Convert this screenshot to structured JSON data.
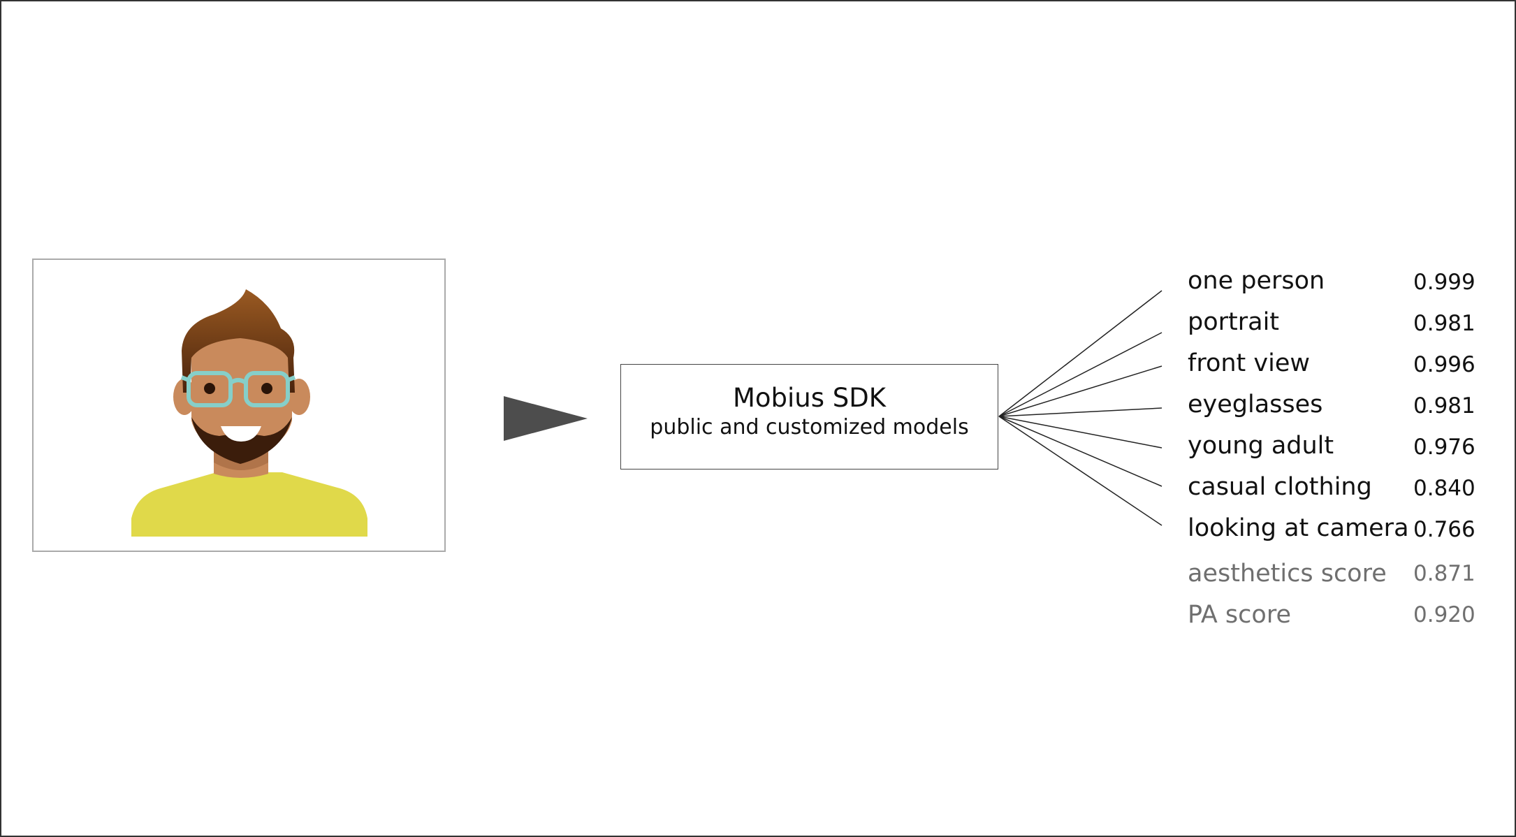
{
  "sdk": {
    "title": "Mobius SDK",
    "subtitle": "public and customized models"
  },
  "tags": [
    {
      "label": "one person",
      "value": "0.999"
    },
    {
      "label": "portrait",
      "value": "0.981"
    },
    {
      "label": "front view",
      "value": "0.996"
    },
    {
      "label": "eyeglasses",
      "value": "0.981"
    },
    {
      "label": "young adult",
      "value": "0.976"
    },
    {
      "label": "casual clothing",
      "value": "0.840"
    },
    {
      "label": "looking at camera",
      "value": "0.766"
    }
  ],
  "scores": [
    {
      "label": "aesthetics score",
      "value": "0.871"
    },
    {
      "label": "PA score",
      "value": "0.920"
    }
  ],
  "colors": {
    "frame_border": "#333333",
    "photo_border": "#aaaaaa",
    "arrow": "#4d4d4d",
    "shirt": "#e0d94a",
    "skin": "#c98a5c",
    "hair": "#5a2f10",
    "glasses": "#86cfc9",
    "score_text": "#6f6f6f"
  },
  "icons": {
    "photo": "avatar-man-glasses-beard",
    "arrow": "right-pointing-triangle"
  }
}
